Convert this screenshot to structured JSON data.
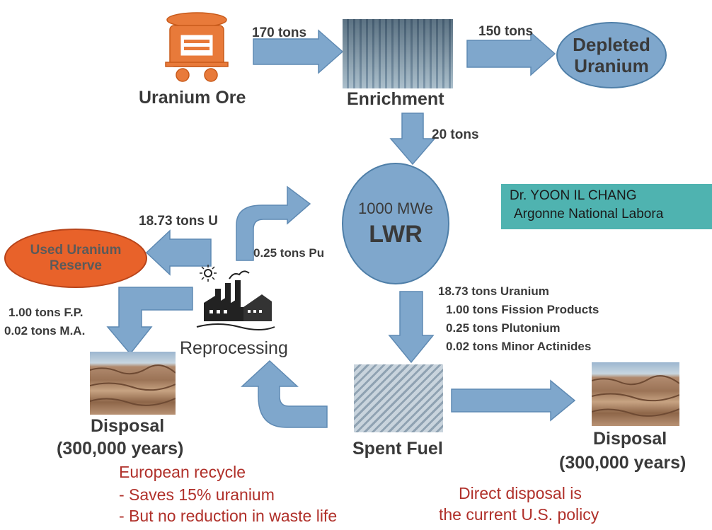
{
  "title": "",
  "nodes": {
    "uranium_ore": "Uranium Ore",
    "enrichment": "Enrichment",
    "depleted_line1": "Depleted",
    "depleted_line2": "Uranium",
    "lwr_power": "1000 MWe",
    "lwr_label": "LWR",
    "used_line1": "Used Uranium",
    "used_line2": "Reserve",
    "reprocessing": "Reprocessing",
    "spent_fuel": "Spent Fuel",
    "disposal_left_line1": "Disposal",
    "disposal_left_line2": "(300,000 years)",
    "disposal_right_line1": "Disposal",
    "disposal_right_line2": "(300,000 years)"
  },
  "flows": {
    "ore_to_enrichment": "170 tons",
    "enrichment_to_depleted": "150 tons",
    "enrichment_to_lwr": "20 tons",
    "reprocessing_to_used": "18.73 tons U",
    "reprocessing_to_lwr": "0.25 tons Pu",
    "left_disposal_1": "1.00 tons F.P.",
    "left_disposal_2": "0.02 tons M.A.",
    "spent_1": "18.73 tons Uranium",
    "spent_2": "1.00 tons Fission Products",
    "spent_3": "0.25 tons Plutonium",
    "spent_4": "0.02 tons Minor Actinides"
  },
  "credit": {
    "line1": "Dr. YOON IL CHANG",
    "line2": "Argonne National Labora"
  },
  "notes": {
    "european_1": "European recycle",
    "european_2": "- Saves 15% uranium",
    "european_3": "- But no reduction in waste life",
    "us_1": "Direct disposal is",
    "us_2": "the current U.S. policy"
  },
  "colors": {
    "arrow_fill": "#7fa7cc",
    "arrow_stroke": "#5f8ab3",
    "oval_fill": "#7fa7cc",
    "used_reserve_fill": "#e8622a",
    "ore_icon": "#e87a3a",
    "credit_box": "#4fb3b0",
    "note_red": "#b0302a"
  },
  "icons": {
    "ore": "ore-cart-icon",
    "factory": "factory-icon",
    "enrichment": "enrichment-facility-photo",
    "spent_fuel": "spent-fuel-photo",
    "desert": "desert-landscape-photo"
  }
}
